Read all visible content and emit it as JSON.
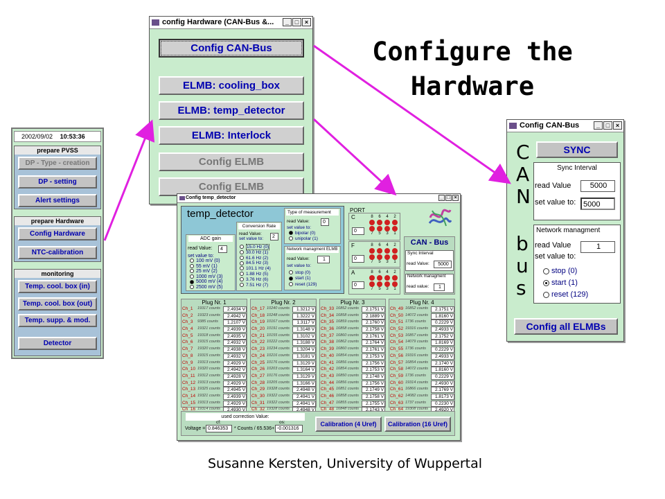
{
  "slide": {
    "title_line1": "Configure the",
    "title_line2": "Hardware",
    "footer": "Susanne Kersten, University of Wuppertal"
  },
  "colors": {
    "arrow": "#e020e0",
    "panel_green": "#c9eccd",
    "button_text": "#0000b0",
    "channel_red": "#c00000"
  },
  "main": {
    "date": "2002/09/02",
    "time": "10:53:36",
    "sections": [
      {
        "title": "prepare PVSS",
        "buttons": [
          "DP - Type - creation",
          "DP - setting",
          "Alert settings"
        ]
      },
      {
        "title": "prepare Hardware",
        "buttons": [
          "Config Hardware",
          "NTC-calibration"
        ]
      },
      {
        "title": "monitoring",
        "buttons": [
          "Temp. cool. box (in)",
          "Temp. cool. box (out)",
          "Temp. supp. & mod.",
          "Detector"
        ]
      }
    ]
  },
  "hw": {
    "title": "config Hardware (CAN-Bus &...",
    "buttons": [
      "Config CAN-Bus",
      "ELMB: cooling_box",
      "ELMB: temp_detector",
      "ELMB: Interlock",
      "Config ELMB",
      "Config ELMB"
    ]
  },
  "can": {
    "title": "Config CAN-Bus",
    "letters1": [
      "C",
      "A",
      "N"
    ],
    "letters2": [
      "b",
      "u",
      "s"
    ],
    "sync_button": "SYNC",
    "sync_interval_title": "Sync Interval",
    "read_value_label": "read Value",
    "set_value_label": "set value to:",
    "read_value": "5000",
    "set_value": "5000",
    "network_title": "Network managment",
    "network_read": "1",
    "options": [
      "stop (0)",
      "start (1)",
      "reset (129)"
    ],
    "config_all": "Config all ELMBs"
  },
  "temp": {
    "window_title": "Config temp_detector",
    "name": "temp_detector",
    "adc": {
      "title": "ADC gain",
      "read_label": "read Value:",
      "read_value": "4",
      "set_label": "set value to:",
      "options": [
        "100 mV (0)",
        "55 mV (1)",
        "25 mV (2)",
        "1000 mV (3)",
        "5000 mV (4)",
        "2500 mV (5)"
      ]
    },
    "conv": {
      "title": "Conversion Rate",
      "read_label": "read Value:",
      "set_label": "set value to:",
      "read_value": "2",
      "options": [
        "15.0 Hz (0)",
        "30.0 Hz (1)",
        "61.6 Hz (2)",
        "84.5 Hz (3)",
        "101.1 Hz (4)",
        "1.88 Hz (5)",
        "3.76 Hz (6)",
        "7.51 Hz (7)"
      ]
    },
    "meas": {
      "title": "Type of measurement",
      "read_label": "read Value:",
      "read_value": "0",
      "set_label": "set value to:",
      "options": [
        "bipolar (0)",
        "unipolar (1)"
      ]
    },
    "nm": {
      "title": "Network managment ELMB",
      "read_label": "read Value:",
      "read_value": "1",
      "set_label": "set value to:",
      "options": [
        "stop (0)",
        "start (1)",
        "reset (129)"
      ]
    },
    "port": {
      "title": "PORT",
      "rows": [
        {
          "letter": "C",
          "value": "0"
        },
        {
          "letter": "F",
          "value": "0"
        },
        {
          "letter": "A",
          "value": "0"
        }
      ],
      "top_nums": [
        "8",
        "6",
        "4",
        "2"
      ],
      "bot_nums": [
        "7",
        "5",
        "3",
        "1"
      ]
    },
    "canbus": {
      "title": "CAN - Bus",
      "sync_title": "Sync Interval",
      "read_label": "read Value:",
      "read_value": "5000",
      "nm_title": "Network managment",
      "nm_read_label": "read value:",
      "nm_read_value": "1"
    },
    "plugs": [
      {
        "title": "Plug Nr. 1",
        "rows": [
          [
            "Ch_1",
            "19317 counts",
            "2.4934 V"
          ],
          [
            "Ch_2",
            "19323 counts",
            "2.4942 V"
          ],
          [
            "Ch_3",
            "9385 counts",
            "1.2107 V"
          ],
          [
            "Ch_4",
            "19321 counts",
            "2.4939 V"
          ],
          [
            "Ch_5",
            "19318 counts",
            "2.4935 V"
          ],
          [
            "Ch_6",
            "19315 counts",
            "2.4932 V"
          ],
          [
            "Ch_7",
            "19320 counts",
            "2.4938 V"
          ],
          [
            "Ch_8",
            "19315 counts",
            "2.4932 V"
          ],
          [
            "Ch_9",
            "19313 counts",
            "2.4929 V"
          ],
          [
            "Ch_10",
            "19320 counts",
            "2.4942 V"
          ],
          [
            "Ch_11",
            "19312 counts",
            "2.4928 V"
          ],
          [
            "Ch_12",
            "19313 counts",
            "2.4929 V"
          ],
          [
            "Ch_13",
            "19325 counts",
            "2.4945 V"
          ],
          [
            "Ch_14",
            "19321 counts",
            "2.4939 V"
          ],
          [
            "Ch_15",
            "19313 counts",
            "2.4929 V"
          ],
          [
            "Ch_16",
            "19314 counts",
            "2.4930 V"
          ]
        ]
      },
      {
        "title": "Plug Nr. 2",
        "rows": [
          [
            "Ch_17",
            "10240 counts",
            "1.3212 V"
          ],
          [
            "Ch_18",
            "10248 counts",
            "1.3222 V"
          ],
          [
            "Ch_19",
            "10167 counts",
            "1.3117 V"
          ],
          [
            "Ch_20",
            "10191 counts",
            "1.3148 V"
          ],
          [
            "Ch_21",
            "10155 counts",
            "1.3102 V"
          ],
          [
            "Ch_22",
            "10222 counts",
            "1.3188 V"
          ],
          [
            "Ch_23",
            "10234 counts",
            "1.3204 V"
          ],
          [
            "Ch_24",
            "10216 counts",
            "1.3181 V"
          ],
          [
            "Ch_25",
            "10176 counts",
            "1.3129 V"
          ],
          [
            "Ch_26",
            "10203 counts",
            "1.3164 V"
          ],
          [
            "Ch_27",
            "10176 counts",
            "1.3129 V"
          ],
          [
            "Ch_28",
            "10205 counts",
            "1.3166 V"
          ],
          [
            "Ch_29",
            "19328 counts",
            "2.4948 V"
          ],
          [
            "Ch_30",
            "19322 counts",
            "2.4941 V"
          ],
          [
            "Ch_31",
            "19322 counts",
            "2.4941 V"
          ],
          [
            "Ch_32",
            "19328 counts",
            "2.4948 V"
          ]
        ]
      },
      {
        "title": "Plug Nr. 3",
        "rows": [
          [
            "Ch_33",
            "16852 counts",
            "2.1751 V"
          ],
          [
            "Ch_34",
            "16858 counts",
            "2.1889 V"
          ],
          [
            "Ch_35",
            "16859 counts",
            "2.1760 V"
          ],
          [
            "Ch_36",
            "16858 counts",
            "2.1758 V"
          ],
          [
            "Ch_37",
            "16860 counts",
            "2.1761 V"
          ],
          [
            "Ch_38",
            "16862 counts",
            "2.1764 V"
          ],
          [
            "Ch_39",
            "16860 counts",
            "2.1761 V"
          ],
          [
            "Ch_40",
            "16854 counts",
            "2.1753 V"
          ],
          [
            "Ch_41",
            "16856 counts",
            "2.1756 V"
          ],
          [
            "Ch_42",
            "16854 counts",
            "2.1753 V"
          ],
          [
            "Ch_43",
            "16850 counts",
            "2.1748 V"
          ],
          [
            "Ch_44",
            "16856 counts",
            "2.1756 V"
          ],
          [
            "Ch_45",
            "16851 counts",
            "2.1749 V"
          ],
          [
            "Ch_46",
            "16858 counts",
            "2.1758 V"
          ],
          [
            "Ch_47",
            "16855 counts",
            "2.1755 V"
          ],
          [
            "Ch_48",
            "16848 counts",
            "2.1743 V"
          ]
        ]
      },
      {
        "title": "Plug Nr. 4",
        "rows": [
          [
            "Ch_49",
            "16852 counts",
            "2.1751 V"
          ],
          [
            "Ch_50",
            "14072 counts",
            "1.8160 V"
          ],
          [
            "Ch_51",
            "1736 counts",
            "0.2229 V"
          ],
          [
            "Ch_52",
            "19316 counts",
            "2.4933 V"
          ],
          [
            "Ch_53",
            "16857 counts",
            "2.1752 V"
          ],
          [
            "Ch_54",
            "14079 counts",
            "1.8169 V"
          ],
          [
            "Ch_55",
            "1736 counts",
            "0.2229 V"
          ],
          [
            "Ch_56",
            "19316 counts",
            "2.4933 V"
          ],
          [
            "Ch_57",
            "16854 counts",
            "2.1740 V"
          ],
          [
            "Ch_58",
            "14072 counts",
            "1.8160 V"
          ],
          [
            "Ch_59",
            "1736 counts",
            "0.2229 V"
          ],
          [
            "Ch_60",
            "19314 counts",
            "2.4930 V"
          ],
          [
            "Ch_61",
            "16866 counts",
            "2.1769 V"
          ],
          [
            "Ch_62",
            "14082 counts",
            "1.8173 V"
          ],
          [
            "Ch_63",
            "1737 counts",
            "0.2230 V"
          ],
          [
            "Ch_64",
            "19308 counts",
            "2.4920 V"
          ]
        ]
      }
    ],
    "corr": {
      "title": "used correction Value:",
      "cf_label": "cf:",
      "os_label": "os:",
      "voltage_label": "Voltage =",
      "cf": "0.846353",
      "mid": "* Counts / 65.536+",
      "os": "-0.001316"
    },
    "cal4": "Calibration (4 Uref)",
    "cal16": "Calibration (16 Uref)"
  }
}
